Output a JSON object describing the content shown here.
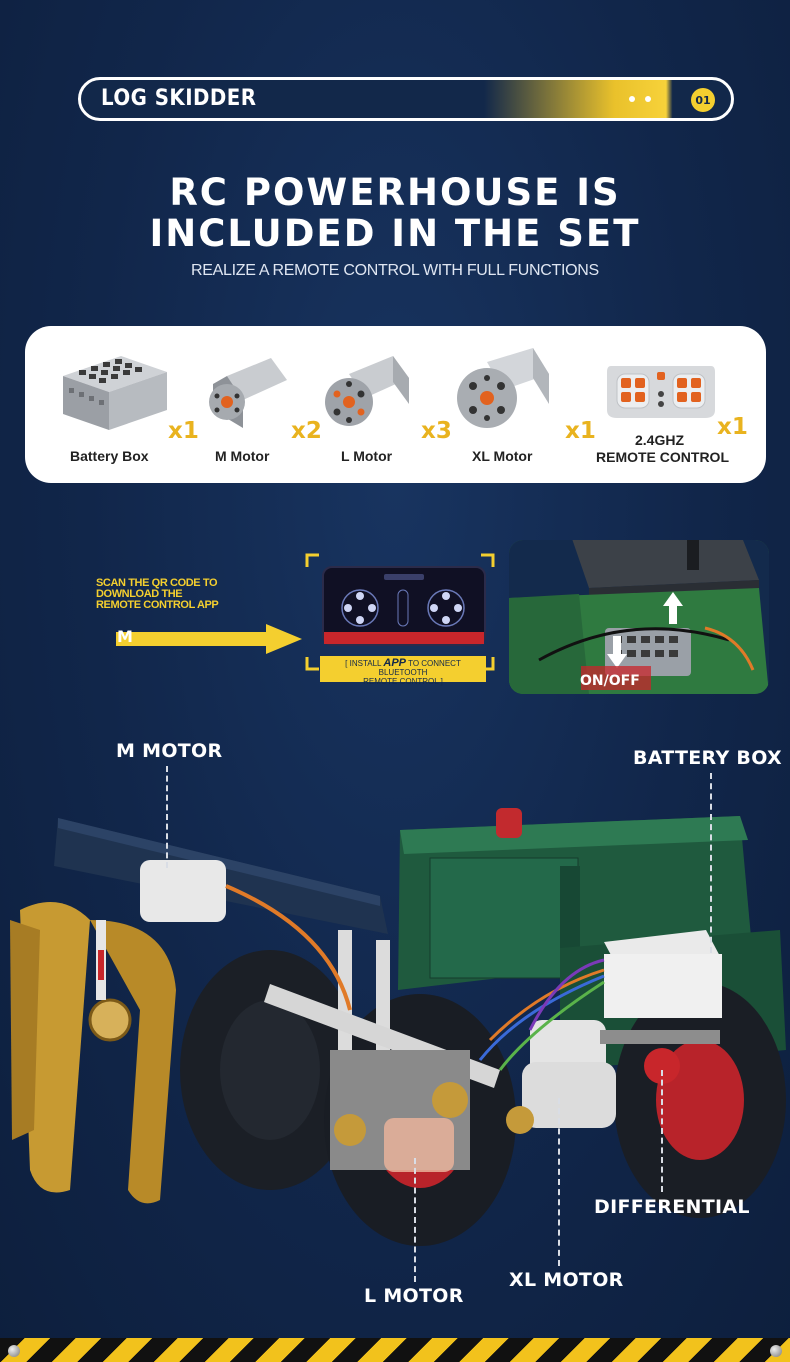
{
  "header": {
    "title": "LOG SKIDDER",
    "number": "01"
  },
  "headline": {
    "line1": "RC POWERHOUSE IS",
    "line2": "INCLUDED IN THE SET",
    "subtitle": "REALIZE A REMOTE CONTROL WITH FULL FUNCTIONS"
  },
  "components": [
    {
      "label": "Battery Box",
      "qty": "x1",
      "icon": "battery-box-icon"
    },
    {
      "label": "M Motor",
      "qty": "x2",
      "icon": "m-motor-icon"
    },
    {
      "label": "L Motor",
      "qty": "x3",
      "icon": "l-motor-icon"
    },
    {
      "label": "XL Motor",
      "qty": "x1",
      "icon": "xl-motor-icon"
    },
    {
      "label_line1": "2.4GHZ",
      "label_line2": "REMOTE CONTROL",
      "qty": "x1",
      "icon": "remote-control-icon"
    }
  ],
  "app": {
    "scan_line1": "SCAN THE QR CODE TO",
    "scan_line2": "DOWNLOAD THE",
    "scan_line3": "REMOTE CONTROL APP",
    "arrow_letter": "M",
    "install_pre": "[ INSTALL ",
    "install_app": "APP",
    "install_post": " TO CONNECT BLUETOOTH",
    "install_line2": "REMOTE CONTROL ]"
  },
  "photo": {
    "switch_label": "ON/OFF"
  },
  "callouts": {
    "m_motor": "M MOTOR",
    "battery_box": "BATTERY BOX",
    "differential": "DIFFERENTIAL",
    "xl_motor": "XL MOTOR",
    "l_motor": "L MOTOR"
  },
  "colors": {
    "background": "#12284a",
    "accent_yellow": "#f4cf2f",
    "tractor_green": "#1e5a3c",
    "grapple_tan": "#c79a32"
  }
}
